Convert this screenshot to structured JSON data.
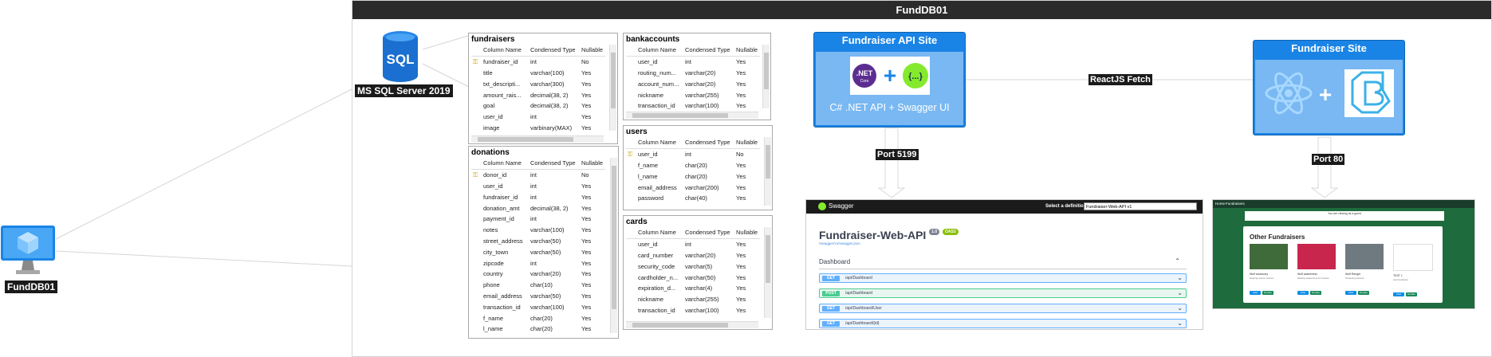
{
  "vm": {
    "label": "FundDB01",
    "icon": "virtual-machine-icon"
  },
  "frame": {
    "title": "FundDB01"
  },
  "sql": {
    "label": "MS SQL Server 2019",
    "icon_text": "SQL"
  },
  "tables": {
    "headers": [
      "Column Name",
      "Condensed Type",
      "Nullable"
    ],
    "fundraisers": {
      "name": "fundraisers",
      "rows": [
        {
          "key": true,
          "col": "fundraiser_id",
          "type": "int",
          "nullable": "No"
        },
        {
          "key": false,
          "col": "title",
          "type": "varchar(100)",
          "nullable": "Yes"
        },
        {
          "key": false,
          "col": "txt_descripti...",
          "type": "varchar(300)",
          "nullable": "Yes"
        },
        {
          "key": false,
          "col": "amount_rais...",
          "type": "decimal(38, 2)",
          "nullable": "Yes"
        },
        {
          "key": false,
          "col": "goal",
          "type": "decimal(38, 2)",
          "nullable": "Yes"
        },
        {
          "key": false,
          "col": "user_id",
          "type": "int",
          "nullable": "Yes"
        },
        {
          "key": false,
          "col": "image",
          "type": "varbinary(MAX)",
          "nullable": "Yes"
        }
      ]
    },
    "donations": {
      "name": "donations",
      "rows": [
        {
          "key": true,
          "col": "donor_id",
          "type": "int",
          "nullable": "No"
        },
        {
          "key": false,
          "col": "user_id",
          "type": "int",
          "nullable": "Yes"
        },
        {
          "key": false,
          "col": "fundraiser_id",
          "type": "int",
          "nullable": "Yes"
        },
        {
          "key": false,
          "col": "donation_amt",
          "type": "decimal(38, 2)",
          "nullable": "Yes"
        },
        {
          "key": false,
          "col": "payment_id",
          "type": "int",
          "nullable": "Yes"
        },
        {
          "key": false,
          "col": "notes",
          "type": "varchar(100)",
          "nullable": "Yes"
        },
        {
          "key": false,
          "col": "street_address",
          "type": "varchar(50)",
          "nullable": "Yes"
        },
        {
          "key": false,
          "col": "city_town",
          "type": "varchar(50)",
          "nullable": "Yes"
        },
        {
          "key": false,
          "col": "zipcode",
          "type": "int",
          "nullable": "Yes"
        },
        {
          "key": false,
          "col": "country",
          "type": "varchar(20)",
          "nullable": "Yes"
        },
        {
          "key": false,
          "col": "phone",
          "type": "char(10)",
          "nullable": "Yes"
        },
        {
          "key": false,
          "col": "email_address",
          "type": "varchar(50)",
          "nullable": "Yes"
        },
        {
          "key": false,
          "col": "transaction_id",
          "type": "varchar(100)",
          "nullable": "Yes"
        },
        {
          "key": false,
          "col": "f_name",
          "type": "char(20)",
          "nullable": "Yes"
        },
        {
          "key": false,
          "col": "l_name",
          "type": "char(20)",
          "nullable": "Yes"
        }
      ]
    },
    "bankaccounts": {
      "name": "bankaccounts",
      "rows": [
        {
          "key": false,
          "col": "user_id",
          "type": "int",
          "nullable": "Yes"
        },
        {
          "key": false,
          "col": "routing_num...",
          "type": "varchar(20)",
          "nullable": "Yes"
        },
        {
          "key": false,
          "col": "account_num...",
          "type": "varchar(20)",
          "nullable": "Yes"
        },
        {
          "key": false,
          "col": "nickname",
          "type": "varchar(255)",
          "nullable": "Yes"
        },
        {
          "key": false,
          "col": "transaction_id",
          "type": "varchar(100)",
          "nullable": "Yes"
        }
      ]
    },
    "users": {
      "name": "users",
      "rows": [
        {
          "key": true,
          "col": "user_id",
          "type": "int",
          "nullable": "No"
        },
        {
          "key": false,
          "col": "f_name",
          "type": "char(20)",
          "nullable": "Yes"
        },
        {
          "key": false,
          "col": "l_name",
          "type": "char(20)",
          "nullable": "Yes"
        },
        {
          "key": false,
          "col": "email_address",
          "type": "varchar(200)",
          "nullable": "Yes"
        },
        {
          "key": false,
          "col": "password",
          "type": "char(40)",
          "nullable": "Yes"
        }
      ]
    },
    "cards": {
      "name": "cards",
      "rows": [
        {
          "key": false,
          "col": "user_id",
          "type": "int",
          "nullable": "Yes"
        },
        {
          "key": false,
          "col": "card_number",
          "type": "varchar(20)",
          "nullable": "Yes"
        },
        {
          "key": false,
          "col": "security_code",
          "type": "varchar(5)",
          "nullable": "Yes"
        },
        {
          "key": false,
          "col": "cardholder_n...",
          "type": "varchar(50)",
          "nullable": "Yes"
        },
        {
          "key": false,
          "col": "expiration_d...",
          "type": "varchar(4)",
          "nullable": "Yes"
        },
        {
          "key": false,
          "col": "nickname",
          "type": "varchar(255)",
          "nullable": "Yes"
        },
        {
          "key": false,
          "col": "transaction_id",
          "type": "varchar(100)",
          "nullable": "Yes"
        }
      ]
    }
  },
  "api_site": {
    "title": "Fundraiser API Site",
    "subtitle": "C# .NET API + Swagger UI",
    "dotnet_text": ".NET",
    "dotnet_sub": "Core",
    "swagger_icon_text": "{...}",
    "plus": "+"
  },
  "web_site": {
    "title": "Fundraiser Site",
    "plus": "+"
  },
  "connections": {
    "fetch": "ReactJS Fetch",
    "port_api": "Port 5199",
    "port_site": "Port 80"
  },
  "swagger": {
    "brand": "Swagger",
    "def_label": "Select a definition",
    "def_value": "Fundraiser-Web-API v1",
    "title": "Fundraiser-Web-API",
    "badge_version": "1.0",
    "badge_oas": "OAS3",
    "link": "/swagger/v1/swagger.json",
    "section": "Dashboard",
    "ops": [
      {
        "method": "GET",
        "path": "/api/Dashboard",
        "kind": "get"
      },
      {
        "method": "POST",
        "path": "/api/Dashboard",
        "kind": "post"
      },
      {
        "method": "GET",
        "path": "/api/Dashboard/User",
        "kind": "get"
      },
      {
        "method": "GET",
        "path": "/api/Dashboard/{id}",
        "kind": "get"
      }
    ]
  },
  "site_shot": {
    "nav_home": "Home",
    "nav_fundraisers": "Fundraisers",
    "banner": "You are viewing as a guest",
    "heading": "Other Fundraisers",
    "items": [
      {
        "title": "Wolf sanctuary",
        "desc": "Helping rescue wolves",
        "img": "#3f6b3a"
      },
      {
        "title": "Wolf awareness",
        "desc": "Raising awareness for wolves",
        "img": "#c8264d"
      },
      {
        "title": "Wolf Ranger",
        "desc": "Protecting wolves",
        "img": "#6f7a80"
      },
      {
        "title": "TEST 1",
        "desc": "test fundraiser",
        "img": "#ffffff"
      }
    ],
    "btn_view": "View",
    "btn_donate": "Donate"
  },
  "colors": {
    "title_bar": "#2b2b2b",
    "service_box": "#1a84e6",
    "service_body": "#79b8f2",
    "sql_blue": "#1a6fd0"
  }
}
